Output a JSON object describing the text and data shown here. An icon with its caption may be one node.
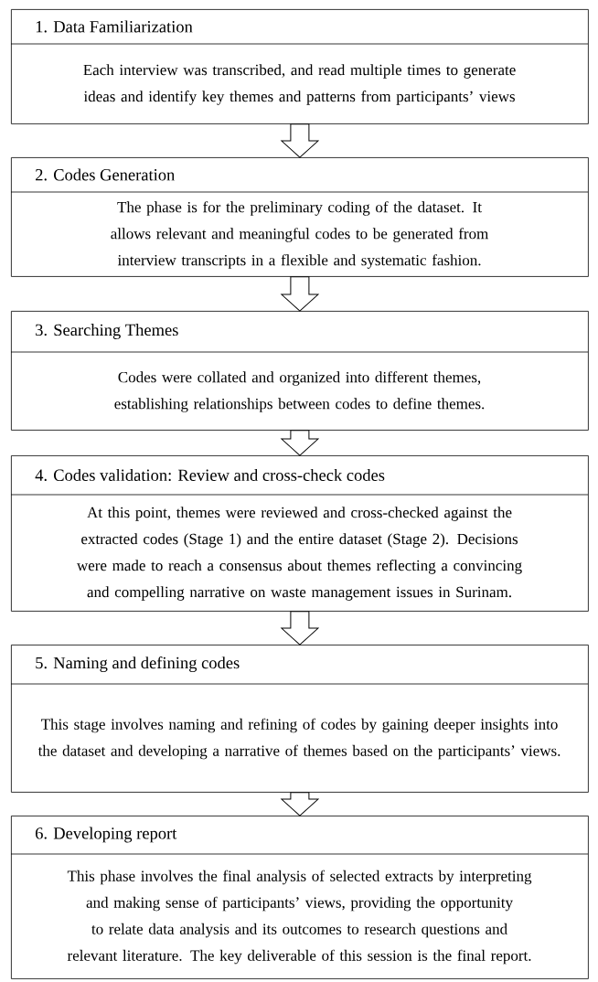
{
  "diagram": {
    "nodes": [
      {
        "text": [
          "1. Data Familiarization",
          "Each interview was transcribed, and read multiple times to generate ideas and identify key themes and patterns from participants’ views"
        ]
      },
      {
        "text": [
          "2. Codes Generation",
          "The phase is for the preliminary coding of the dataset. It allows relevant and meaningful codes to be generated from interview transcripts in a flexible and systematic fashion."
        ]
      },
      {
        "text": [
          "3. Searching Themes",
          "Codes were collated and organized into different themes, establishing relationships between codes to define themes."
        ]
      },
      {
        "text": [
          "4. Codes validation: Review and cross-check codes",
          "At this point, themes were reviewed and cross-checked against the extracted codes (Stage 1) and the entire dataset (Stage 2). Decisions were made to reach a consensus about themes reflecting a convincing and compelling narrative on waste management issues in Surinam."
        ]
      },
      {
        "text": [
          "5. Naming and defining codes",
          "This stage involves naming and refining of codes by gaining deeper insights into the dataset and developing a narrative of themes based on the participants’ views."
        ]
      },
      {
        "text": [
          "6. Developing report",
          "This phase involves the final analysis of selected extracts by interpreting and making sense of participants’ views, providing the opportunity to relate data analysis and its outcomes to research questions and relevant literature. The key deliverable of this session is the final report."
        ]
      }
    ],
    "edges": [
      {
        "from": 0,
        "to": 1,
        "arrow": "to"
      },
      {
        "from": 1,
        "to": 2,
        "arrow": "to"
      },
      {
        "from": 2,
        "to": 3,
        "arrow": "to"
      },
      {
        "from": 3,
        "to": 4,
        "arrow": "to"
      },
      {
        "from": 4,
        "to": 5,
        "arrow": "to"
      }
    ]
  }
}
